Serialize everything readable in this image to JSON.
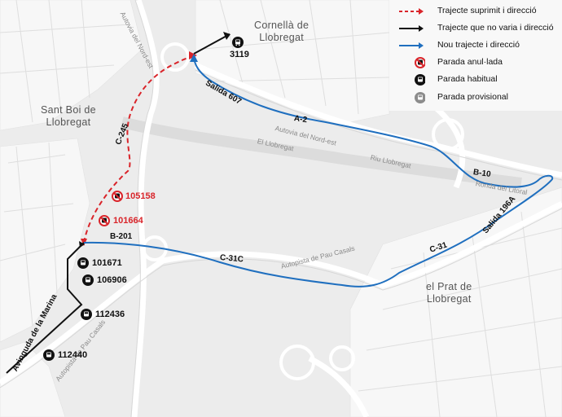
{
  "legend": {
    "items": [
      {
        "key": "suppressed",
        "label": "Trajecte suprimit i direcció"
      },
      {
        "key": "unchanged",
        "label": "Trajecte que no varia i direcció"
      },
      {
        "key": "new",
        "label": "Nou trajecte i direcció"
      },
      {
        "key": "cancelled_stop",
        "label": "Parada anul·lada"
      },
      {
        "key": "usual_stop",
        "label": "Parada habitual"
      },
      {
        "key": "temp_stop",
        "label": "Parada provisional"
      }
    ]
  },
  "colors": {
    "suppressed": "#d9242a",
    "unchanged": "#111111",
    "new": "#1f6fbf",
    "cancelled_stop": "#d9242a",
    "usual_stop": "#111111",
    "temp_stop": "#8c8c8c"
  },
  "towns": {
    "cornella_line1": "Cornellà de",
    "cornella_line2": "Llobregat",
    "santboi_line1": "Sant Boi de",
    "santboi_line2": "Llobregat",
    "prat_line1": "el Prat de",
    "prat_line2": "Llobregat"
  },
  "roads": {
    "c245": "C-245",
    "a2": "A-2",
    "salida607": "Salida 607",
    "b10": "B-10",
    "salida196a": "Salida 196A",
    "b201": "B-201",
    "c31c": "C-31C",
    "c31": "C-31",
    "av_marina": "Avinguda de la Marina"
  },
  "streets": {
    "autovia_nord_est": "Autovia del Nord-est",
    "el_llobregat": "El Llobregat",
    "riu_llobregat": "Riu Llobregat",
    "ronda_litoral": "Ronda del Litoral",
    "autopista_pau_casals": "Autopista de Pau Casals",
    "autopista_pau_casals_2": "Autopista de Pau Casals",
    "autovia_nord_est_top": "Autovia del Nord-est"
  },
  "stops": {
    "s3119": {
      "id": "3119",
      "type": "usual"
    },
    "s105158": {
      "id": "105158",
      "type": "cancelled"
    },
    "s101664": {
      "id": "101664",
      "type": "cancelled"
    },
    "s101671": {
      "id": "101671",
      "type": "usual"
    },
    "s106906": {
      "id": "106906",
      "type": "usual"
    },
    "s112436": {
      "id": "112436",
      "type": "usual"
    },
    "s112440": {
      "id": "112440",
      "type": "usual"
    }
  }
}
